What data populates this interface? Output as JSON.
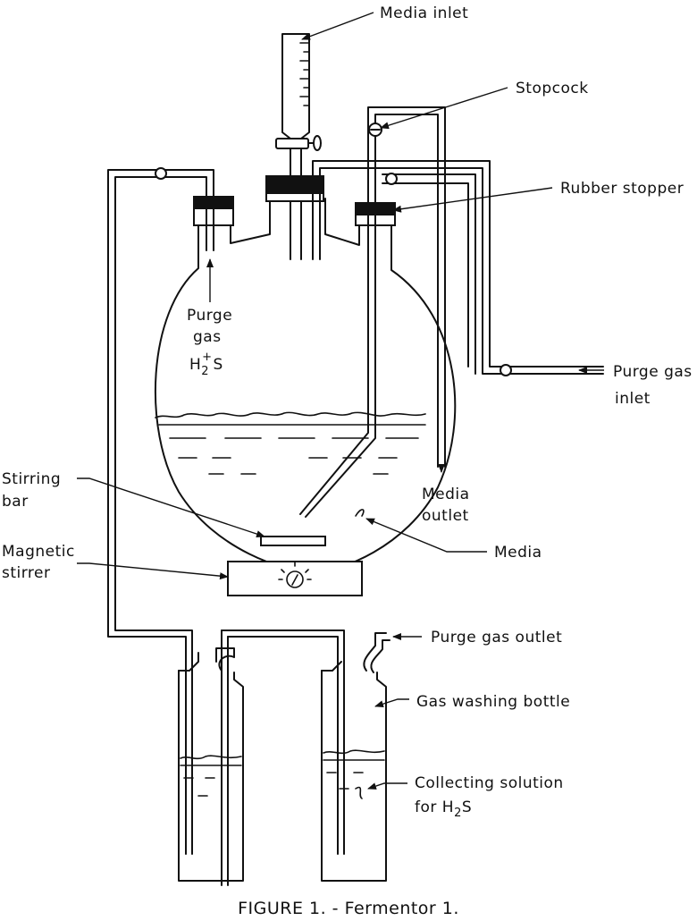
{
  "labels": {
    "media_inlet": "Media inlet",
    "stopcock": "Stopcock",
    "rubber_stopper": "Rubber stopper",
    "purge_gas_inlet_1": "Purge gas",
    "purge_gas_inlet_2": "inlet",
    "purge_left_1": "Purge",
    "purge_left_2": "gas",
    "h2s_h": "H",
    "h2s_sub": "2",
    "h2s_sup": "+",
    "h2s_s": "S",
    "stirring_bar_1": "Stirring",
    "stirring_bar_2": "bar",
    "magnetic_stirrer_1": "Magnetic",
    "magnetic_stirrer_2": "stirrer",
    "media_outlet_1": "Media",
    "media_outlet_2": "outlet",
    "media": "Media",
    "purge_gas_outlet": "Purge gas outlet",
    "gas_washing_bottle": "Gas washing bottle",
    "collecting_solution_1": "Collecting solution",
    "collecting_solution_2": "for H",
    "collecting_solution_sub": "2",
    "collecting_solution_3": "S"
  },
  "caption": {
    "prefix": "FIGURE 1. - ",
    "title": "Fermentor 1."
  }
}
